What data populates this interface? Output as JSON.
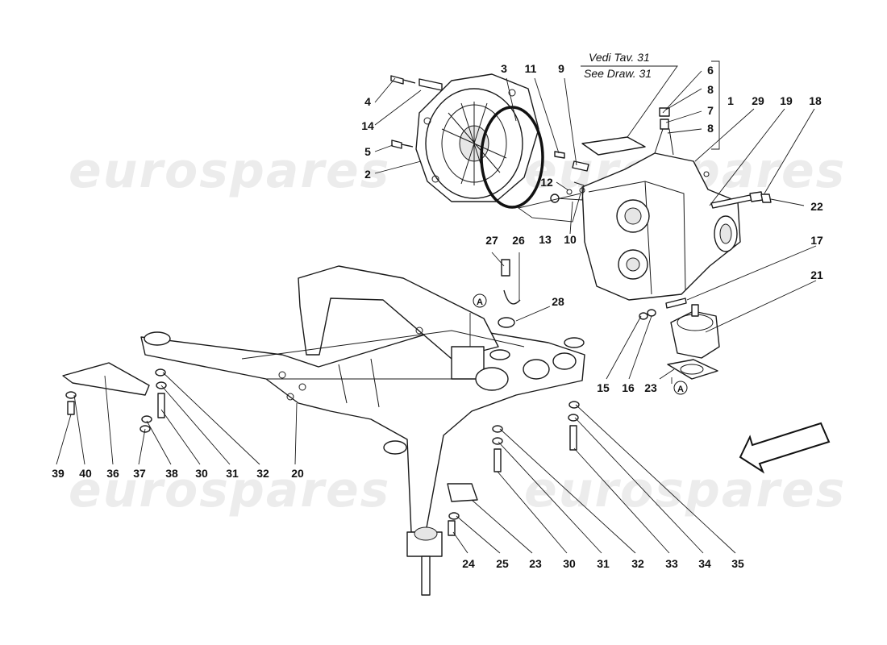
{
  "watermark": {
    "text": "eurospares"
  },
  "reference_note": {
    "line1": "Vedi Tav. 31",
    "line2": "See Draw. 31"
  },
  "callouts": {
    "n1": "1",
    "n2": "2",
    "n3": "3",
    "n4": "4",
    "n5": "5",
    "n6": "6",
    "n7": "7",
    "n8a": "8",
    "n8b": "8",
    "n9": "9",
    "n10": "10",
    "n11": "11",
    "n12": "12",
    "n13": "13",
    "n14": "14",
    "n15": "15",
    "n16": "16",
    "n17": "17",
    "n18": "18",
    "n19": "19",
    "n20": "20",
    "n21": "21",
    "n22": "22",
    "n23a": "23",
    "n23b": "23",
    "n24": "24",
    "n25": "25",
    "n26": "26",
    "n27": "27",
    "n28": "28",
    "n29": "29",
    "n30a": "30",
    "n30b": "30",
    "n31a": "31",
    "n31b": "31",
    "n32a": "32",
    "n32b": "32",
    "n33": "33",
    "n34": "34",
    "n35": "35",
    "n36": "36",
    "n37": "37",
    "n38": "38",
    "n39": "39",
    "n40": "40"
  },
  "markers": {
    "a1": "A",
    "a2": "A"
  }
}
